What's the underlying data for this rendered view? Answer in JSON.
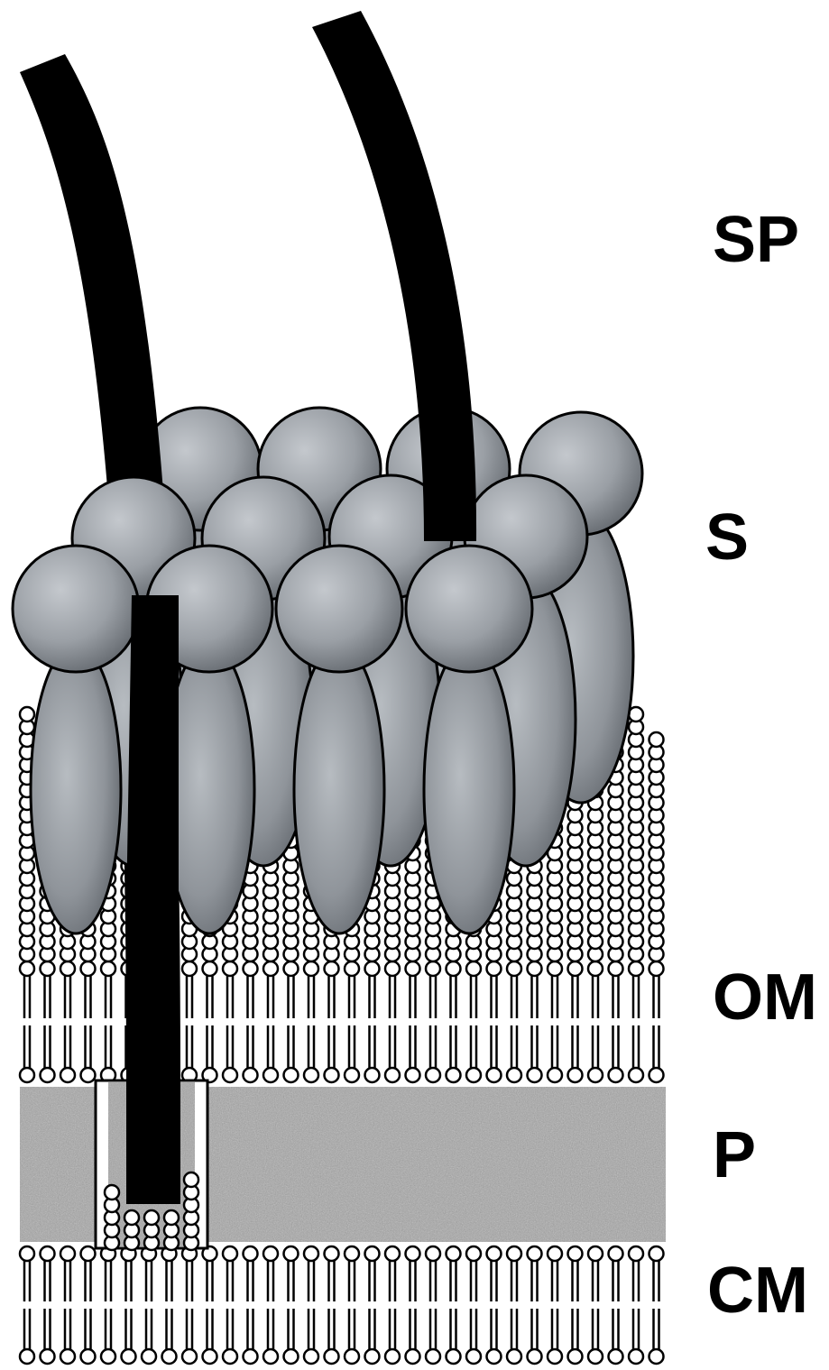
{
  "labels": {
    "sp": "SP",
    "s": "S",
    "om": "OM",
    "p": "P",
    "cm": "CM"
  },
  "colors": {
    "background": "#ffffff",
    "protein_light": "#b4b9bf",
    "protein_dark": "#5f646a",
    "pilus": "#000000",
    "periplasm": "#a9a9a9",
    "lipid_outline": "#000000",
    "lipid_fill": "#ffffff"
  }
}
